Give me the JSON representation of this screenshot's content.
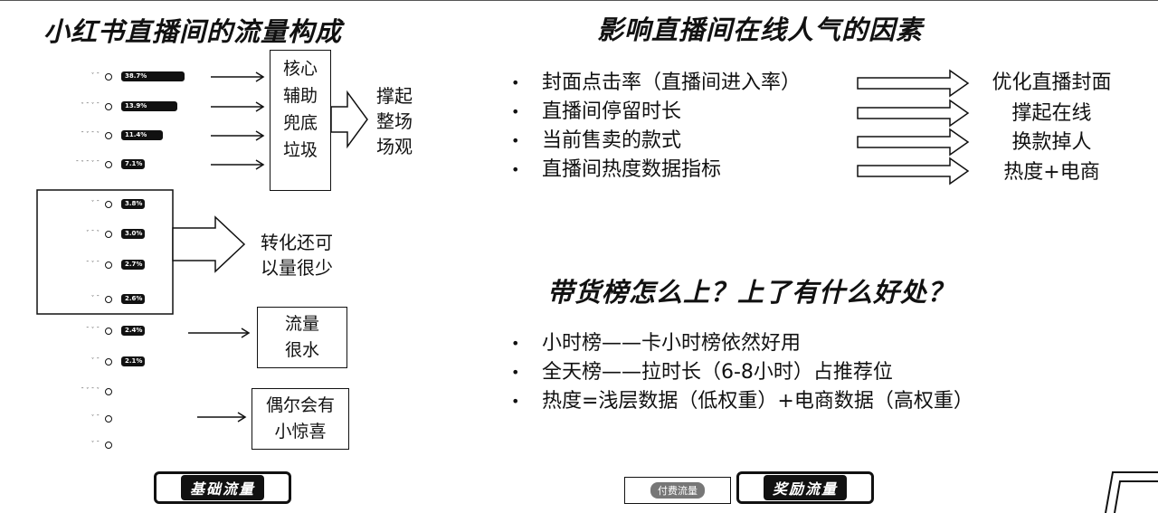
{
  "left": {
    "title": "小红书直播间的流量构成",
    "rows": [
      {
        "label": "ˇ ˉ",
        "bar": "38.7%"
      },
      {
        "label": "ˇ ˉ ˇ ˉ",
        "bar": "13.9%"
      },
      {
        "label": "ˉ ˇ ˉ ˇ",
        "bar": "11.4%"
      },
      {
        "label": "ˉ ˇ ˉ ˇ ˉ",
        "bar": "7.1%"
      },
      {
        "label": "ˇ ˉ",
        "bar": "3.8%"
      },
      {
        "label": "ˇ ˉ ˇ",
        "bar": "3.0%"
      },
      {
        "label": "ˉ ˇ ˉ",
        "bar": "2.7%"
      },
      {
        "label": "ˇ ˉ",
        "bar": "2.6%"
      },
      {
        "label": "ˉ ˇ ˉ",
        "bar": "2.4%"
      },
      {
        "label": "ˇ ˉ",
        "bar": "2.1%"
      },
      {
        "label": "ˉ ˇ ˉ ˇ",
        "bar": ""
      },
      {
        "label": "ˇ ˉ",
        "bar": ""
      },
      {
        "label": "ˇ ˉ",
        "bar": ""
      }
    ],
    "core_box": [
      "核心",
      "辅助",
      "兜底",
      "垃圾"
    ],
    "support_text": [
      "撑起",
      "整场",
      "场观"
    ],
    "conversion_text": [
      "转化还可",
      "以量很少"
    ],
    "water_box": [
      "流量",
      "很水"
    ],
    "surprise_box": [
      "偶尔会有",
      "小惊喜"
    ],
    "button_label": "基础流量"
  },
  "right": {
    "title": "影响直播间在线人气的因素",
    "factors": [
      {
        "text": "封面点击率（直播间进入率）",
        "result": "优化直播封面"
      },
      {
        "text": "直播间停留时长",
        "result": "撑起在线"
      },
      {
        "text": "当前售卖的款式",
        "result": "换款掉人"
      },
      {
        "text": "直播间热度数据指标",
        "result": "热度+电商"
      }
    ],
    "subtitle": "带货榜怎么上？上了有什么好处？",
    "points": [
      "小时榜——卡小时榜依然好用",
      "全天榜——拉时长（6-8小时）占推荐位",
      "热度=浅层数据（低权重）+电商数据（高权重）"
    ],
    "button_outline_label": "付费流量",
    "button_label": "奖励流量"
  }
}
